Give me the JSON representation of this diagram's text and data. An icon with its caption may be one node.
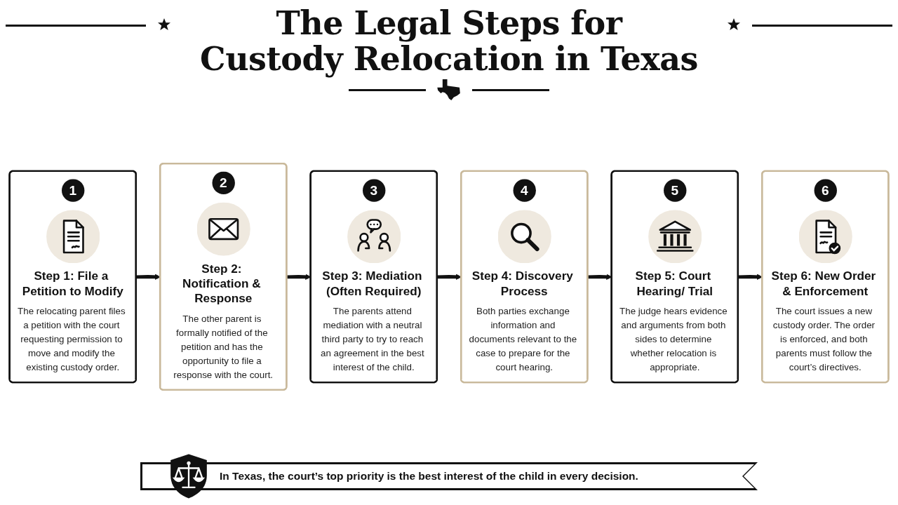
{
  "diagram": {
    "title": "The Legal Steps for Custody Relocation in Texas",
    "caption": "In Texas, the court’s top priority is the best interest of the child in every decision.",
    "nodes": [
      {
        "text": [
          "1",
          "Step 1: File a Petition to Modify",
          "The relocating parent files a petition with the court requesting permission to move and modify the existing custody order."
        ]
      },
      {
        "text": [
          "2",
          "Step 2: Notification & Response",
          "The other parent is formally notified of the petition and has the opportunity to file a response with the court."
        ]
      },
      {
        "text": [
          "3",
          "Step 3: Mediation (Often Required)",
          "The parents attend mediation with a neutral third party to try to reach an agreement in the best interest of the child."
        ]
      },
      {
        "text": [
          "4",
          "Step 4: Discovery Process",
          "Both parties exchange information and documents relevant to the case to prepare for the court hearing."
        ]
      },
      {
        "text": [
          "5",
          "Step 5: Court Hearing/ Trial",
          "The judge hears evidence and arguments from both sides to determine whether relocation is appropriate."
        ]
      },
      {
        "text": [
          "6",
          "Step 6: New Order & Enforcement",
          "The court issues a new custody order. The order is enforced, and both parents must follow the court’s directives."
        ]
      }
    ],
    "edges": [
      {
        "from": 0,
        "to": 1,
        "arrow": "to"
      },
      {
        "from": 1,
        "to": 2,
        "arrow": "to"
      },
      {
        "from": 2,
        "to": 3,
        "arrow": "to"
      },
      {
        "from": 3,
        "to": 4,
        "arrow": "to"
      },
      {
        "from": 4,
        "to": 5,
        "arrow": "to"
      }
    ]
  }
}
